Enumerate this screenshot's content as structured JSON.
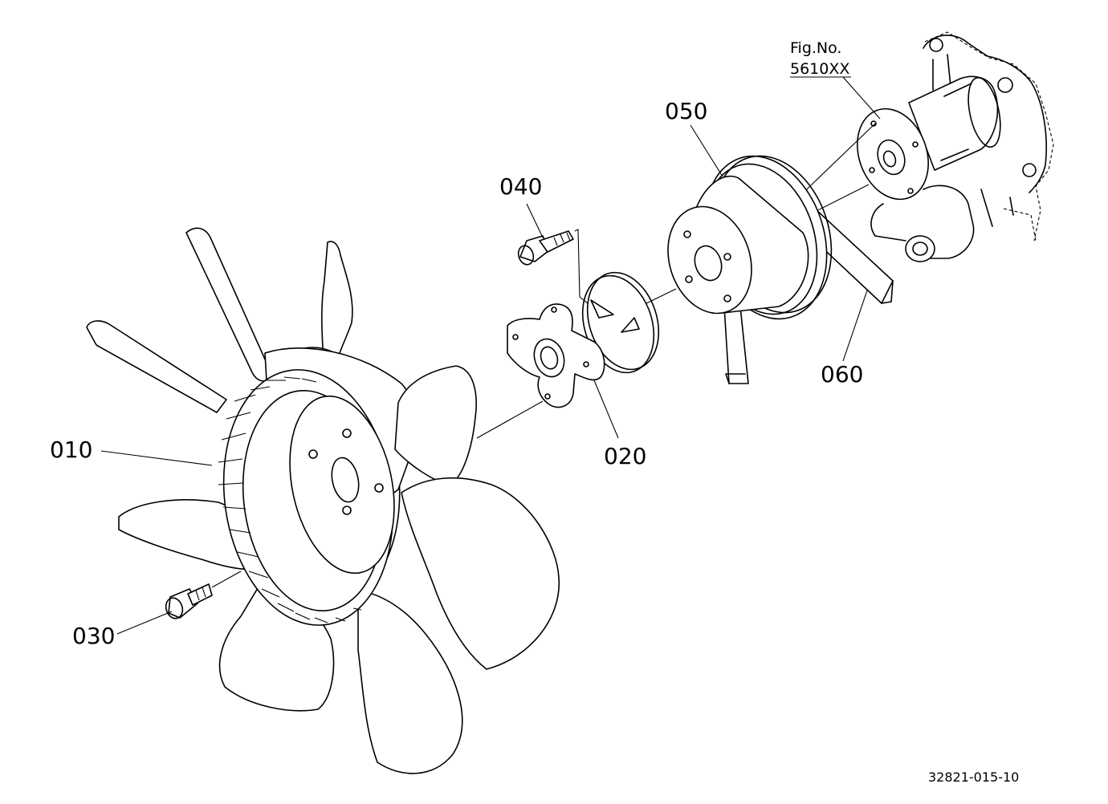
{
  "diagram": {
    "parts": [
      {
        "id": "010",
        "label": "010",
        "name": "fan"
      },
      {
        "id": "020",
        "label": "020",
        "name": "fan spacer"
      },
      {
        "id": "030",
        "label": "030",
        "name": "bolt"
      },
      {
        "id": "040",
        "label": "040",
        "name": "bolt"
      },
      {
        "id": "050",
        "label": "050",
        "name": "fan pulley"
      },
      {
        "id": "060",
        "label": "060",
        "name": "v-belt"
      }
    ],
    "figure_ref": {
      "line1": "Fig.No.",
      "line2": "5610XX"
    },
    "drawing_number": "32821-015-10"
  }
}
